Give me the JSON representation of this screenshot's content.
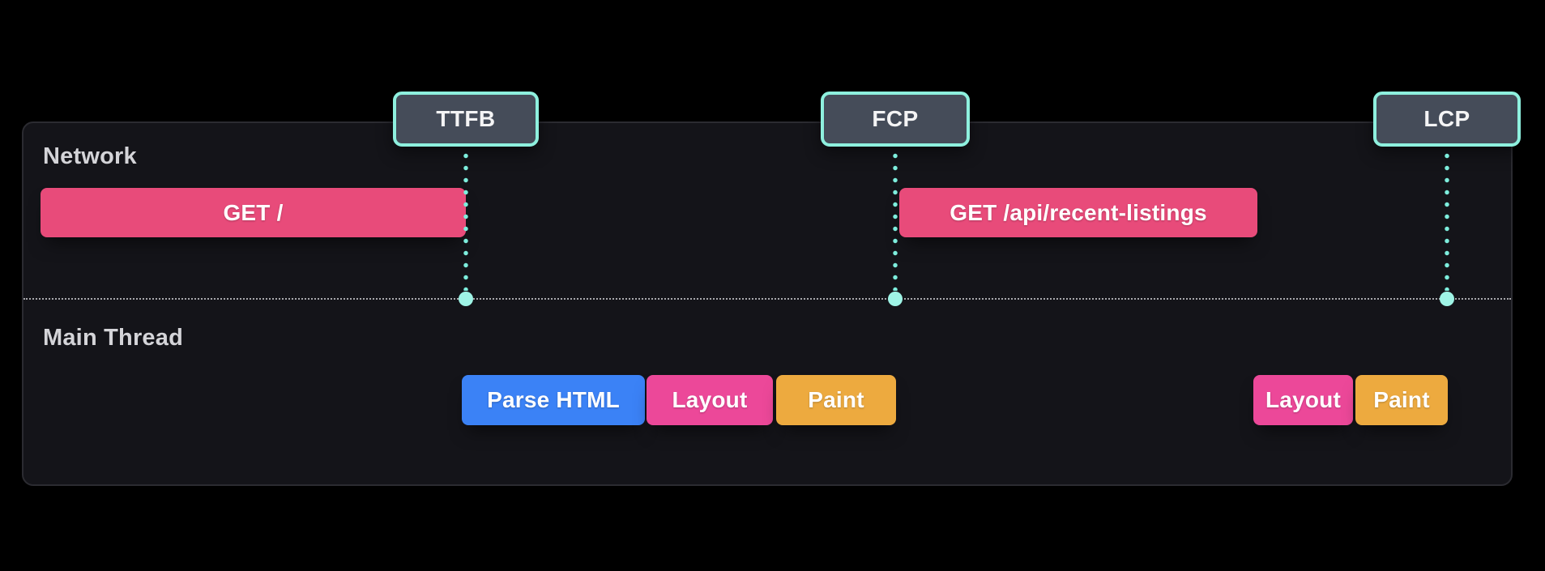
{
  "timeline": {
    "lanes": [
      {
        "id": "network",
        "label": "Network"
      },
      {
        "id": "main-thread",
        "label": "Main Thread"
      }
    ],
    "markers": [
      {
        "id": "ttfb",
        "label": "TTFB"
      },
      {
        "id": "fcp",
        "label": "FCP"
      },
      {
        "id": "lcp",
        "label": "LCP"
      }
    ],
    "network_requests": [
      {
        "label": "GET /"
      },
      {
        "label": "GET /api/recent-listings"
      }
    ],
    "main_thread_tasks": [
      {
        "label": "Parse HTML",
        "kind": "parse"
      },
      {
        "label": "Layout",
        "kind": "layout"
      },
      {
        "label": "Paint",
        "kind": "paint"
      },
      {
        "label": "Layout",
        "kind": "layout"
      },
      {
        "label": "Paint",
        "kind": "paint"
      }
    ],
    "colors": {
      "page_bg": "#000000",
      "panel_bg": "#141419",
      "panel_border": "#2b2b31",
      "divider": "#a9a9ad",
      "marker_bg": "#454c59",
      "marker_border": "#8ef0de",
      "dotted_line": "#7deedd",
      "terminal_dot": "#9ff4e6",
      "request_bar": "#e84b7a",
      "parse_bar": "#3b82f6",
      "layout_bar": "#ec4899",
      "paint_bar": "#edaa3f",
      "lane_label_text": "#d4d4d8",
      "bar_text": "#ffffff"
    }
  }
}
